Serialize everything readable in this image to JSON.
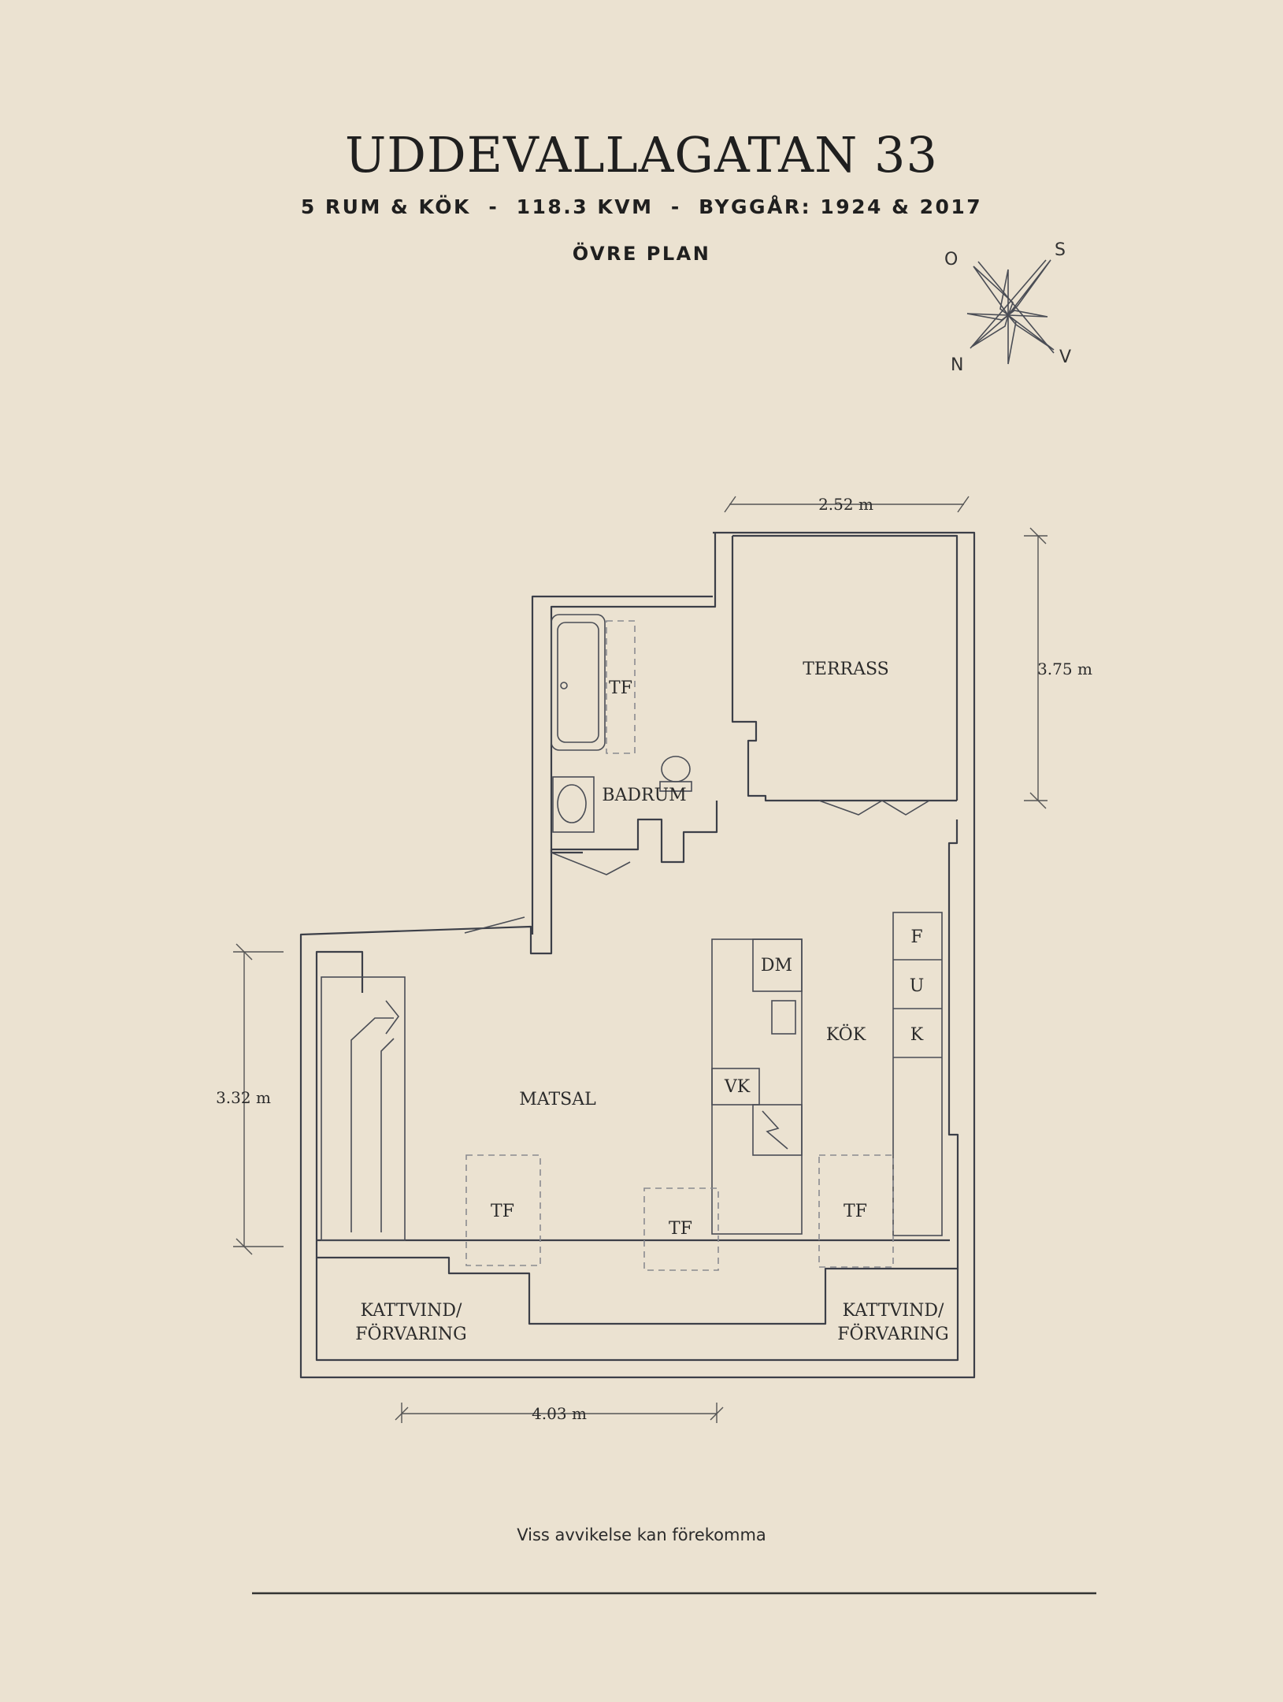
{
  "header": {
    "title": "UDDEVALLAGATAN 33",
    "subtitle": "5 RUM & KÖK  -  118.3 KVM  -  BYGGÅR: 1924 & 2017",
    "floor": "ÖVRE PLAN"
  },
  "compass": {
    "o": "O",
    "s": "S",
    "n": "N",
    "v": "V"
  },
  "rooms": {
    "terrass": "TERRASS",
    "badrum": "BADRUM",
    "kok": "KÖK",
    "matsal": "MATSAL",
    "kattvind_left_1": "KATTVIND/",
    "kattvind_left_2": "FÖRVARING",
    "kattvind_right_1": "KATTVIND/",
    "kattvind_right_2": "FÖRVARING"
  },
  "fixtures": {
    "tf_bath": "TF",
    "dm": "DM",
    "vk": "VK",
    "f": "F",
    "u": "U",
    "k": "K",
    "tf_1": "TF",
    "tf_2": "TF",
    "tf_3": "TF"
  },
  "dimensions": {
    "top": "2.52 m",
    "right": "3.75 m",
    "left": "3.32 m",
    "bottom": "4.03 m"
  },
  "footer": {
    "disclaimer": "Viss avvikelse kan förekomma"
  }
}
